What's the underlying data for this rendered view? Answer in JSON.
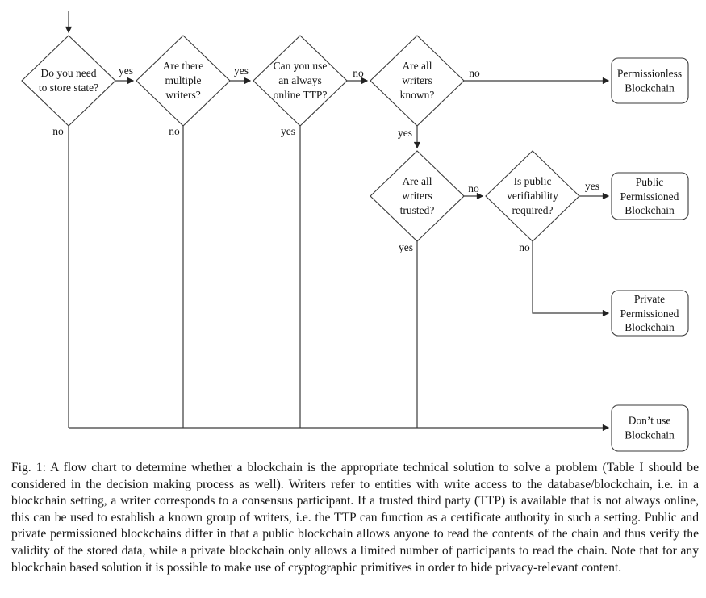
{
  "flowchart": {
    "decisions": [
      {
        "id": "store-state",
        "label": "Do you need\nto store state?"
      },
      {
        "id": "multiple-writers",
        "label": "Are there\nmultiple\nwriters?"
      },
      {
        "id": "online-ttp",
        "label": "Can you use\nan always\nonline TTP?"
      },
      {
        "id": "writers-known",
        "label": "Are all\nwriters\nknown?"
      },
      {
        "id": "writers-trusted",
        "label": "Are all\nwriters\ntrusted?"
      },
      {
        "id": "public-verifiability",
        "label": "Is public\nverifiability\nrequired?"
      }
    ],
    "outcomes": [
      {
        "id": "permissionless",
        "label": "Permissionless\nBlockchain"
      },
      {
        "id": "public-permissioned",
        "label": "Public\nPermissioned\nBlockchain"
      },
      {
        "id": "private-permissioned",
        "label": "Private\nPermissioned\nBlockchain"
      },
      {
        "id": "no-blockchain",
        "label": "Don’t use\nBlockchain"
      }
    ],
    "edge_labels": [
      {
        "id": "store-state-yes",
        "label": "yes"
      },
      {
        "id": "store-state-no",
        "label": "no"
      },
      {
        "id": "multiple-writers-yes",
        "label": "yes"
      },
      {
        "id": "multiple-writers-no",
        "label": "no"
      },
      {
        "id": "online-ttp-no",
        "label": "no"
      },
      {
        "id": "online-ttp-yes",
        "label": "yes"
      },
      {
        "id": "writers-known-no",
        "label": "no"
      },
      {
        "id": "writers-known-yes",
        "label": "yes"
      },
      {
        "id": "writers-trusted-no",
        "label": "no"
      },
      {
        "id": "writers-trusted-yes",
        "label": "yes"
      },
      {
        "id": "public-verifiability-yes",
        "label": "yes"
      },
      {
        "id": "public-verifiability-no",
        "label": "no"
      }
    ],
    "colors": {
      "line": "#3a3a3a",
      "text": "#141414",
      "background": "#ffffff"
    }
  },
  "caption": {
    "text": "Fig. 1: A flow chart to determine whether a blockchain is the appropriate technical solution to solve a problem (Table I should be considered in the decision making process as well). Writers refer to entities with write access to the database/blockchain, i.e. in a blockchain setting, a writer corresponds to a consensus participant. If a trusted third party (TTP) is available that is not always online, this can be used to establish a known group of writers, i.e. the TTP can function as a certificate authority in such a setting. Public and private permissioned blockchains differ in that a public blockchain allows anyone to read the contents of the chain and thus verify the validity of the stored data, while a private blockchain only allows a limited number of participants to read the chain. Note that for any blockchain based solution it is possible to make use of cryptographic primitives in order to hide privacy-relevant content."
  }
}
